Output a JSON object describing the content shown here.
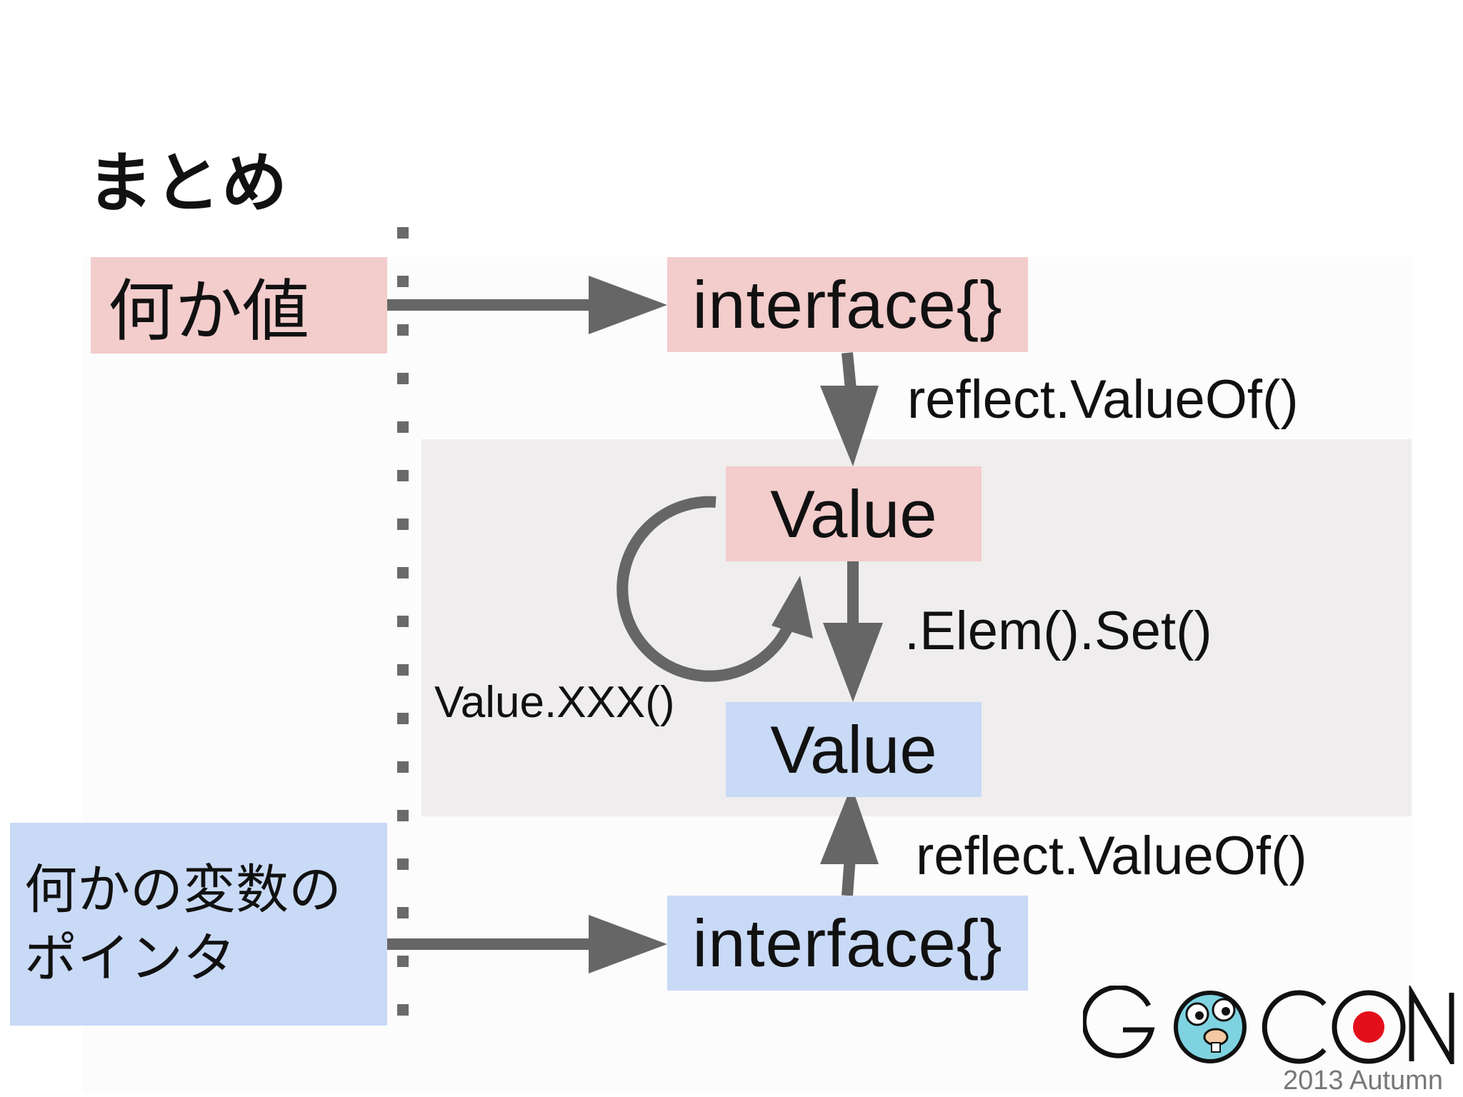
{
  "slide": {
    "title": "まとめ"
  },
  "nodes": {
    "source_value": "何か値",
    "source_pointer": "何かの変数の\nポインタ",
    "interface_top": "interface{}",
    "interface_bottom": "interface{}",
    "value_top": "Value",
    "value_bottom": "Value"
  },
  "edge_labels": {
    "reflect_top": "reflect.ValueOf()",
    "elem_set": ".Elem().Set()",
    "reflect_bottom": "reflect.ValueOf()",
    "value_xxx": "Value.XXX()"
  },
  "logo": {
    "text": "GOCON",
    "year": "2013 Autumn"
  },
  "colors": {
    "pink_box": "#f3cccc",
    "blue_box": "#c9daf6",
    "panel_gray": "#efeded",
    "arrow": "#666666",
    "logo_red": "#e3101b"
  }
}
